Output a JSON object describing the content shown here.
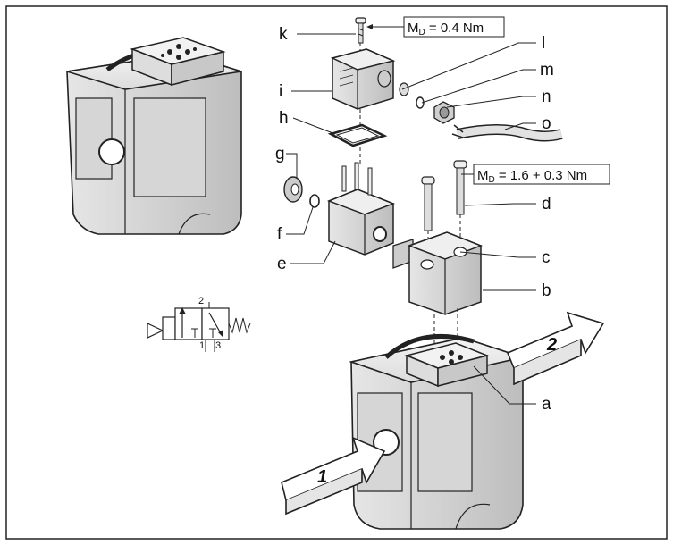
{
  "labels": {
    "a": "a",
    "b": "b",
    "c": "c",
    "d": "d",
    "e": "e",
    "f": "f",
    "g": "g",
    "h": "h",
    "i": "i",
    "k": "k",
    "l": "l",
    "m": "m",
    "n": "n",
    "o": "o"
  },
  "torque": {
    "top": {
      "m": "M",
      "sub": "D",
      "rest": " = 0.4 Nm"
    },
    "mid": {
      "m": "M",
      "sub": "D",
      "rest": " = 1.6 + 0.3 Nm"
    }
  },
  "symbol": {
    "port2": "2",
    "port1": "1",
    "port3": "3"
  },
  "flow_arrows": {
    "inlet": "1",
    "outlet": "2"
  }
}
